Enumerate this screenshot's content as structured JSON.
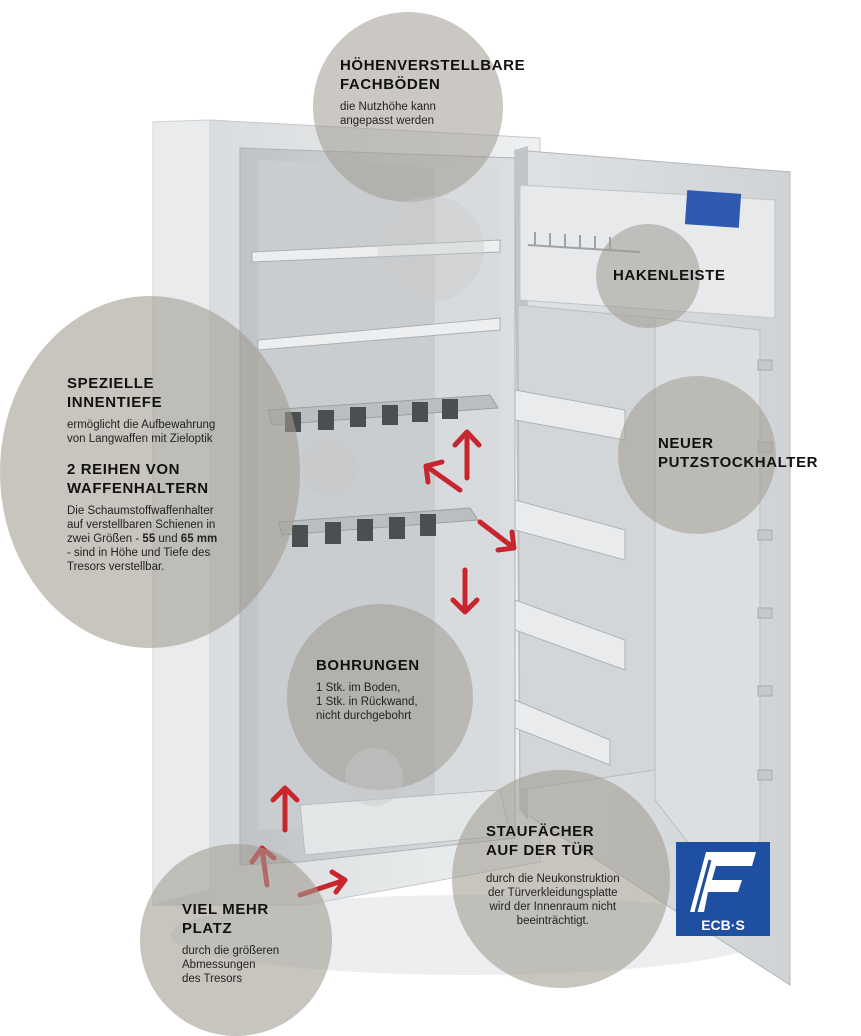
{
  "callouts": {
    "shelves": {
      "title": "HÖHENVERSTELLBARE\nFACHBÖDEN",
      "desc": "die Nutzhöhe kann\nangepasst werden"
    },
    "hooks": {
      "title": "HAKENLEISTE"
    },
    "depth": {
      "title": "SPEZIELLE\nINNENTIEFE",
      "desc": "ermöglicht die Aufbewahrung\nvon Langwaffen mit Zieloptik"
    },
    "rows": {
      "title": "2 REIHEN VON\nWAFFENHALTERN",
      "desc_a": "Die Schaumstoffwaffenhalter\nauf verstellbaren Schienen in\nzwei Größen - ",
      "size1": "55",
      "desc_b": " und ",
      "size2": "65 mm",
      "desc_c": "\n- sind in Höhe und Tiefe des\nTresors verstellbar."
    },
    "rod": {
      "title": "NEUER\nPUTZSTOCKHALTER"
    },
    "holes": {
      "title": "BOHRUNGEN",
      "desc": "1 Stk. im Boden,\n1 Stk. in Rückwand,\nnicht durchgebohrt"
    },
    "door": {
      "title": "STAUFÄCHER\nAUF DER TÜR",
      "desc": "durch die Neukonstruktion\nder Türverkleidungsplatte\nwird der Innenraum nicht\nbeeinträchtigt."
    },
    "space": {
      "title": "VIEL MEHR\nPLATZ",
      "desc": "durch die größeren\nAbmessungen\ndes Tresors"
    }
  },
  "logo": {
    "text": "ECB·S",
    "color": "#1f4fa0"
  },
  "colors": {
    "disc": "#a8a49a",
    "arrow": "#c8262f",
    "safe": "#e6e8e9"
  },
  "icons": [
    "safe-illustration",
    "direction-arrow-icon",
    "ecbs-logo"
  ]
}
